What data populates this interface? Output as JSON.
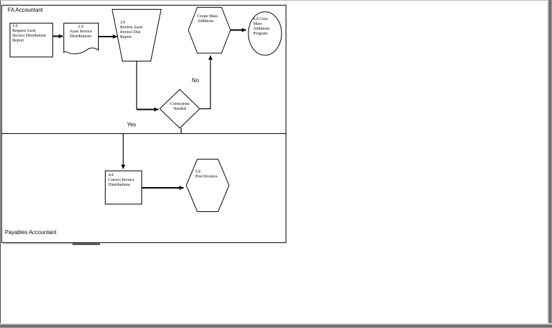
{
  "diagram": {
    "title_lane_top": "FA Accountant",
    "title_lane_bottom": "Payables Accountant",
    "shapes": {
      "request_report": {
        "type": "process",
        "label": "1.0\nRequest Asset\nInvoice Distribution\nReport"
      },
      "asset_invoice_distributions": {
        "type": "document",
        "label": "2.0\nAsset Invoice\nDistributions"
      },
      "review_report": {
        "type": "manual-operation",
        "label": "3.0\nReview Asset\nInvoice Dist\nReport"
      },
      "corrections_needed": {
        "type": "decision",
        "label": "Corrections\nNeeded"
      },
      "create_mass_additions": {
        "type": "preparation",
        "label": "Create Mass\nAdditions"
      },
      "goto_mass_additions_program": {
        "type": "terminator",
        "label": "6.0 Goto\nMass\nAdditions\nProgram"
      },
      "correct_invoice_distributions": {
        "type": "process",
        "label": "4.0\nCorrect Invoice\nDistributions"
      },
      "post_invoices": {
        "type": "preparation",
        "label": "5.0\nPost Invoices"
      }
    },
    "connector_labels": {
      "no": "No",
      "yes": "Yes"
    },
    "colors": {
      "line": "#000000",
      "background": "#ffffff",
      "frame_shadow": "#6e6e6e"
    }
  }
}
